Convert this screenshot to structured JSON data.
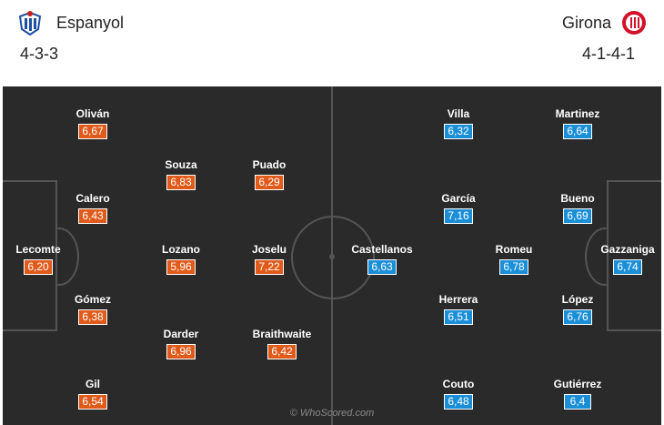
{
  "home": {
    "name": "Espanyol",
    "formation": "4-3-3",
    "color": "#e05a1a",
    "players": [
      {
        "name": "Oliván",
        "rating": "6,67"
      },
      {
        "name": "Calero",
        "rating": "6,43"
      },
      {
        "name": "Lecomte",
        "rating": "6,20"
      },
      {
        "name": "Gómez",
        "rating": "6,38"
      },
      {
        "name": "Gil",
        "rating": "6,54"
      },
      {
        "name": "Souza",
        "rating": "6,83"
      },
      {
        "name": "Lozano",
        "rating": "5,96"
      },
      {
        "name": "Darder",
        "rating": "6,96"
      },
      {
        "name": "Puado",
        "rating": "6,29"
      },
      {
        "name": "Joselu",
        "rating": "7,22"
      },
      {
        "name": "Braithwaite",
        "rating": "6,42"
      }
    ]
  },
  "away": {
    "name": "Girona",
    "formation": "4-1-4-1",
    "color": "#1a8fd8",
    "players": [
      {
        "name": "Villa",
        "rating": "6,32"
      },
      {
        "name": "García",
        "rating": "7,16"
      },
      {
        "name": "Castellanos",
        "rating": "6,63"
      },
      {
        "name": "Herrera",
        "rating": "6,51"
      },
      {
        "name": "Couto",
        "rating": "6,48"
      },
      {
        "name": "Romeu",
        "rating": "6,78"
      },
      {
        "name": "Martinez",
        "rating": "6,64"
      },
      {
        "name": "Bueno",
        "rating": "6,69"
      },
      {
        "name": "López",
        "rating": "6,76"
      },
      {
        "name": "Gutiérrez",
        "rating": "6,4"
      },
      {
        "name": "Gazzaniga",
        "rating": "6,74"
      }
    ]
  },
  "credit": "© WhoScored.com"
}
